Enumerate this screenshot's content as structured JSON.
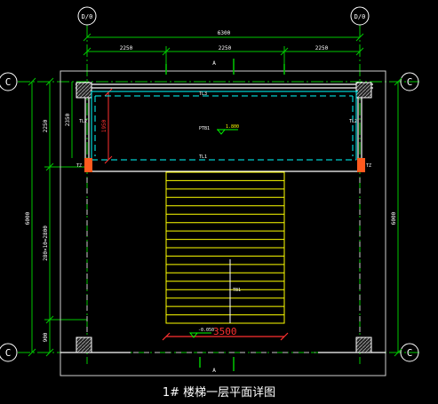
{
  "caption": "1# 楼梯一层平面详图",
  "axes": {
    "top_left": "D/0",
    "top_right": "D/0",
    "left_top": "C",
    "left_bottom": "C",
    "right_top": "C",
    "right_bottom": "C"
  },
  "dims": {
    "top_total": "6300",
    "top_seg_1": "2250",
    "top_seg_2": "2250",
    "top_seg_3": "2250",
    "left_seg_1": "2250",
    "left_seg_2": "2350",
    "left_red": "1950",
    "left_total": "6000",
    "left_long": "280×10=2800",
    "left_bottom": "900",
    "right_total": "6000",
    "stair_width": "3500"
  },
  "labels": {
    "section_top": "A",
    "section_bottom": "A",
    "beam_top": "TL3",
    "beam_bottom": "TL1",
    "beam_left": "TL2",
    "beam_right": "TL2",
    "column_left": "TZ",
    "column_right": "TZ",
    "slab": "PTB1",
    "landing_elev": "1.800",
    "stair_flight": "TB1",
    "floor_elev": "-0.050"
  },
  "colors": {
    "axis_line": "#00ff00",
    "dimension": "#00ff00",
    "wall": "#ffffff",
    "beam": "#00ffff",
    "stair": "#ffff00",
    "column_fill": "#ff5a1e",
    "red_dim": "#ff3030"
  }
}
